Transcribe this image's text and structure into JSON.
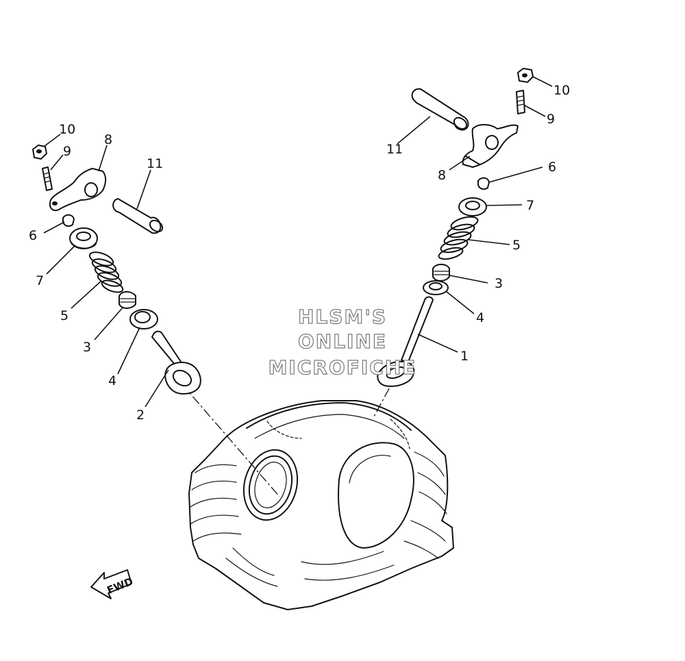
{
  "watermark": {
    "line1": "HLSM'S",
    "line2": "ONLINE",
    "line3": "MICROFICHE"
  },
  "direction_arrow": {
    "label": "FWD"
  },
  "callouts": {
    "left": {
      "rocker_shaft": "11",
      "adjusting_nut": "10",
      "adjusting_screw": "9",
      "rocker_arm": "8",
      "cotter": "6",
      "retainer": "7",
      "spring": "5",
      "stem_seal": "3",
      "spring_seat": "4",
      "exhaust_valve": "2"
    },
    "right": {
      "adjusting_nut": "10",
      "adjusting_screw": "9",
      "rocker_shaft": "11",
      "rocker_arm": "8",
      "cotter": "6",
      "retainer": "7",
      "spring": "5",
      "stem_seal": "3",
      "spring_seat": "4",
      "intake_valve": "1"
    }
  }
}
